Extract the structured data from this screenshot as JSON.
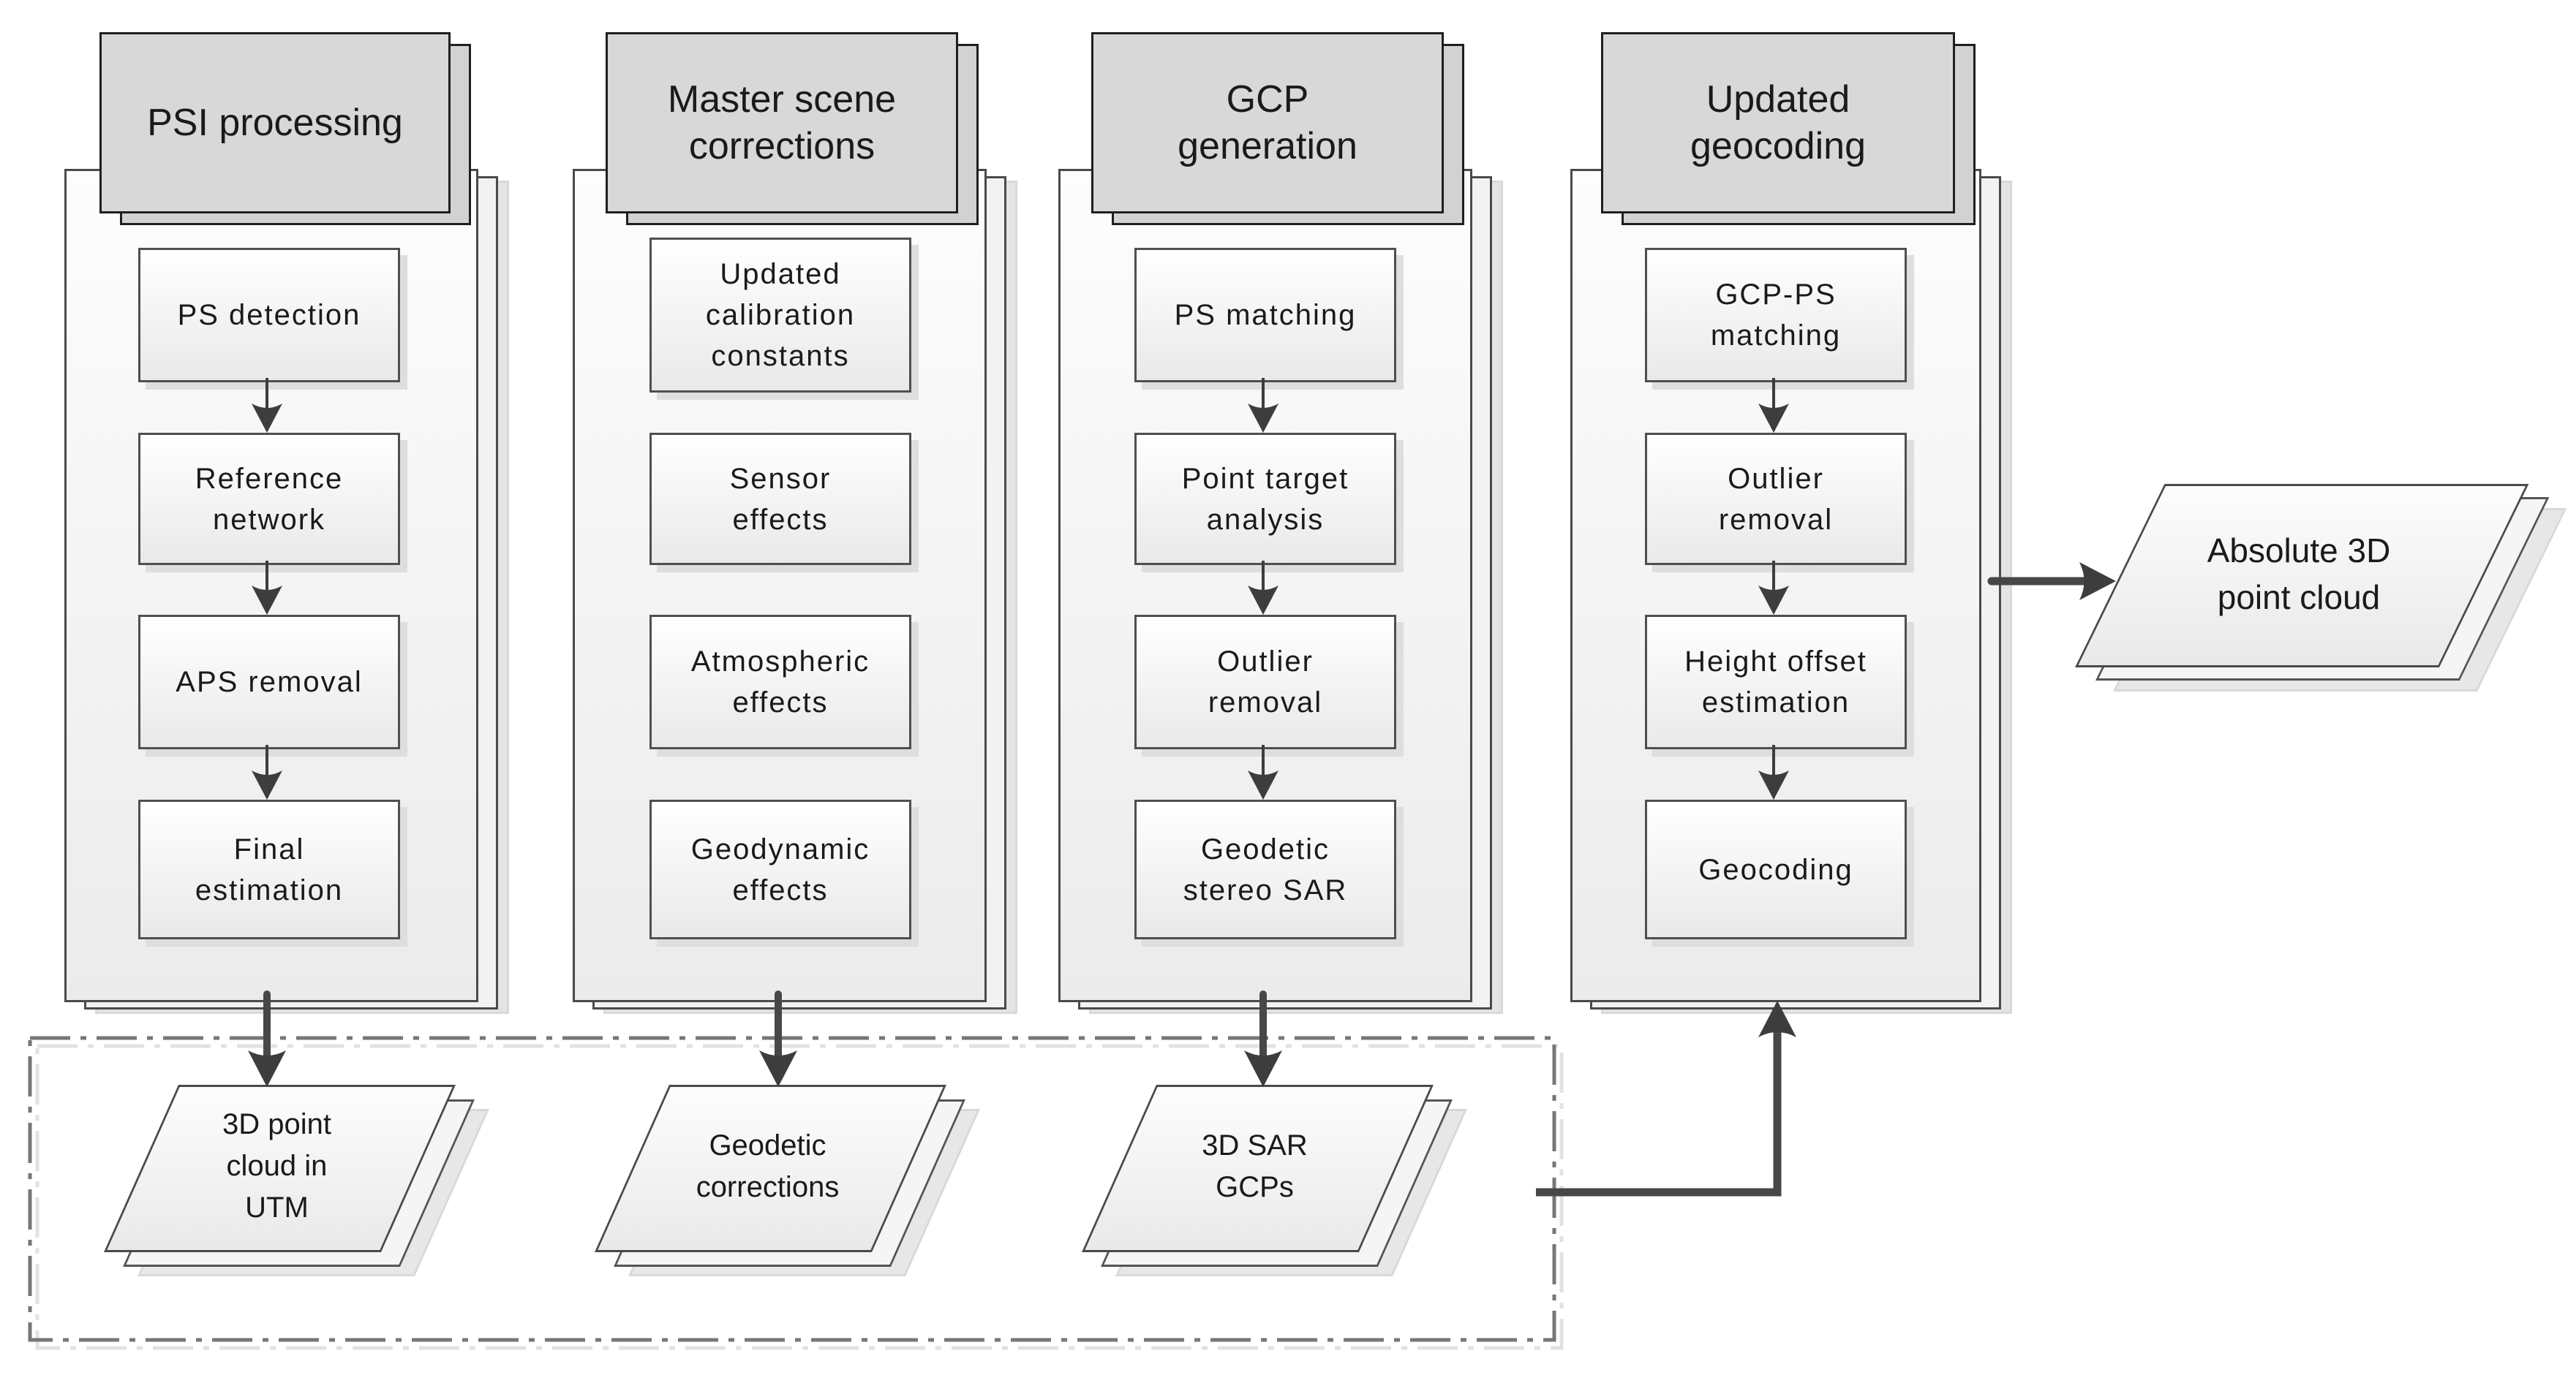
{
  "diagram": {
    "columns": [
      {
        "title": "PSI processing",
        "steps": [
          "PS detection",
          "Reference\nnetwork",
          "APS removal",
          "Final\nestimation"
        ]
      },
      {
        "title": "Master scene\ncorrections",
        "steps": [
          "Updated\ncalibration\nconstants",
          "Sensor\neffects",
          "Atmospheric\neffects",
          "Geodynamic\neffects"
        ]
      },
      {
        "title": "GCP\ngeneration",
        "steps": [
          "PS matching",
          "Point target\nanalysis",
          "Outlier\nremoval",
          "Geodetic\nstereo SAR"
        ]
      },
      {
        "title": "Updated\ngeocoding",
        "steps": [
          "GCP-PS\nmatching",
          "Outlier\nremoval",
          "Height offset\nestimation",
          "Geocoding"
        ]
      }
    ],
    "outputs": [
      {
        "label": "3D point\ncloud in\nUTM"
      },
      {
        "label": "Geodetic\ncorrections"
      },
      {
        "label": "3D SAR\nGCPs"
      },
      {
        "label": "Absolute 3D\npoint cloud"
      }
    ],
    "colors": {
      "header_fill": "#d8d8d8",
      "box_border": "#4f4f4f",
      "arrow": "#3d3d3d",
      "dash_border": "#777777"
    }
  }
}
